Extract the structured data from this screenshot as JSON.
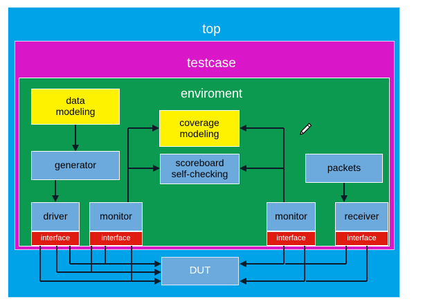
{
  "diagram": {
    "title_top": "top",
    "title_testcase": "testcase",
    "title_environment": "enviroment",
    "blocks": {
      "data_modeling": "data\nmodeling",
      "data_modeling_l1": "data",
      "data_modeling_l2": "modeling",
      "generator": "generator",
      "coverage_l1": "coverage",
      "coverage_l2": "modeling",
      "scoreboard_l1": "scoreboard",
      "scoreboard_l2": "self-checking",
      "packets": "packets",
      "driver": "driver",
      "monitor_left": "monitor",
      "monitor_right": "monitor",
      "receiver": "receiver",
      "interface": "interface",
      "dut": "DUT"
    },
    "colors": {
      "top": "#00A2E8",
      "testcase": "#D916C8",
      "environment": "#0C9A51",
      "yellow_block": "#FFF200",
      "blue_block": "#6CA9DC",
      "interface_block": "#E01B10",
      "wire": "#0d1b2a"
    },
    "cursor_icon": "pencil-cursor"
  }
}
